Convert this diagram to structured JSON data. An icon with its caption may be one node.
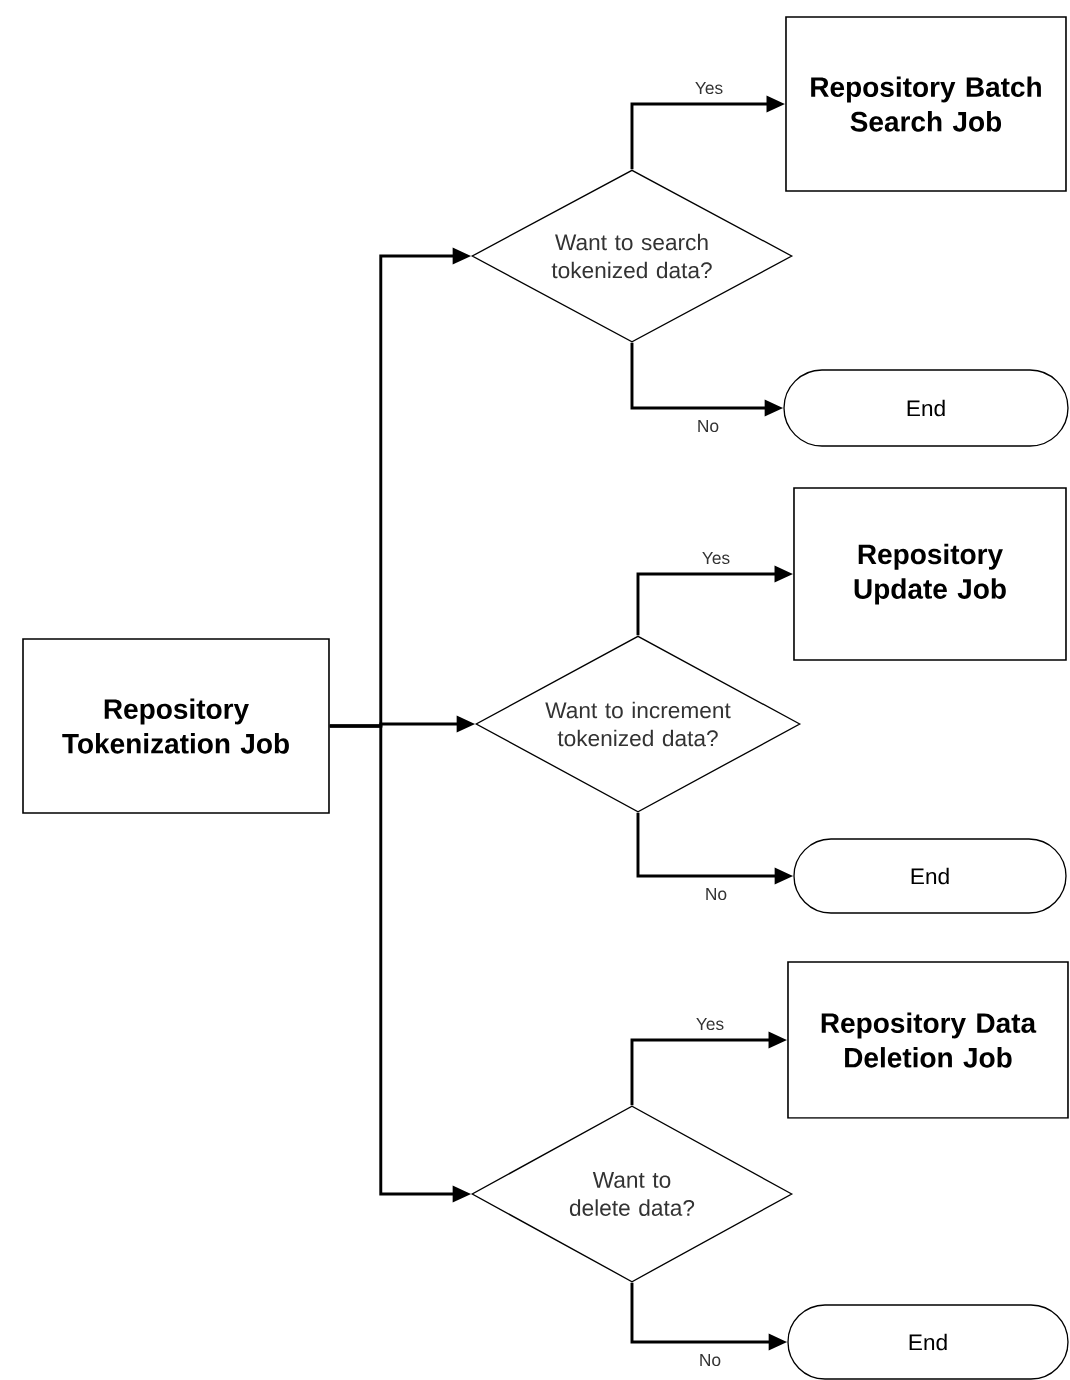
{
  "diagram": {
    "nodes": [
      {
        "text": [
          "Repository Tokenization Job"
        ]
      },
      {
        "text": [
          "Want to search tokenized data?"
        ]
      },
      {
        "text": [
          "Repository Batch Search Job"
        ]
      },
      {
        "text": [
          "End"
        ]
      },
      {
        "text": [
          "Want to increment tokenized data?"
        ]
      },
      {
        "text": [
          "Repository Update Job"
        ]
      },
      {
        "text": [
          "End"
        ]
      },
      {
        "text": [
          "Want to delete data?"
        ]
      },
      {
        "text": [
          "Repository Data Deletion Job"
        ]
      },
      {
        "text": [
          "End"
        ]
      }
    ],
    "edges": [
      {
        "from": 0,
        "to": 1,
        "arrow": "to"
      },
      {
        "from": 0,
        "to": 4,
        "arrow": "to"
      },
      {
        "from": 0,
        "to": 7,
        "arrow": "to"
      },
      {
        "from": 1,
        "to": 2,
        "label": "Yes",
        "arrow": "to"
      },
      {
        "from": 1,
        "to": 3,
        "label": "No",
        "arrow": "to"
      },
      {
        "from": 4,
        "to": 5,
        "label": "Yes",
        "arrow": "to"
      },
      {
        "from": 4,
        "to": 6,
        "label": "No",
        "arrow": "to"
      },
      {
        "from": 7,
        "to": 8,
        "label": "Yes",
        "arrow": "to"
      },
      {
        "from": 7,
        "to": 9,
        "label": "No",
        "arrow": "to"
      }
    ]
  }
}
